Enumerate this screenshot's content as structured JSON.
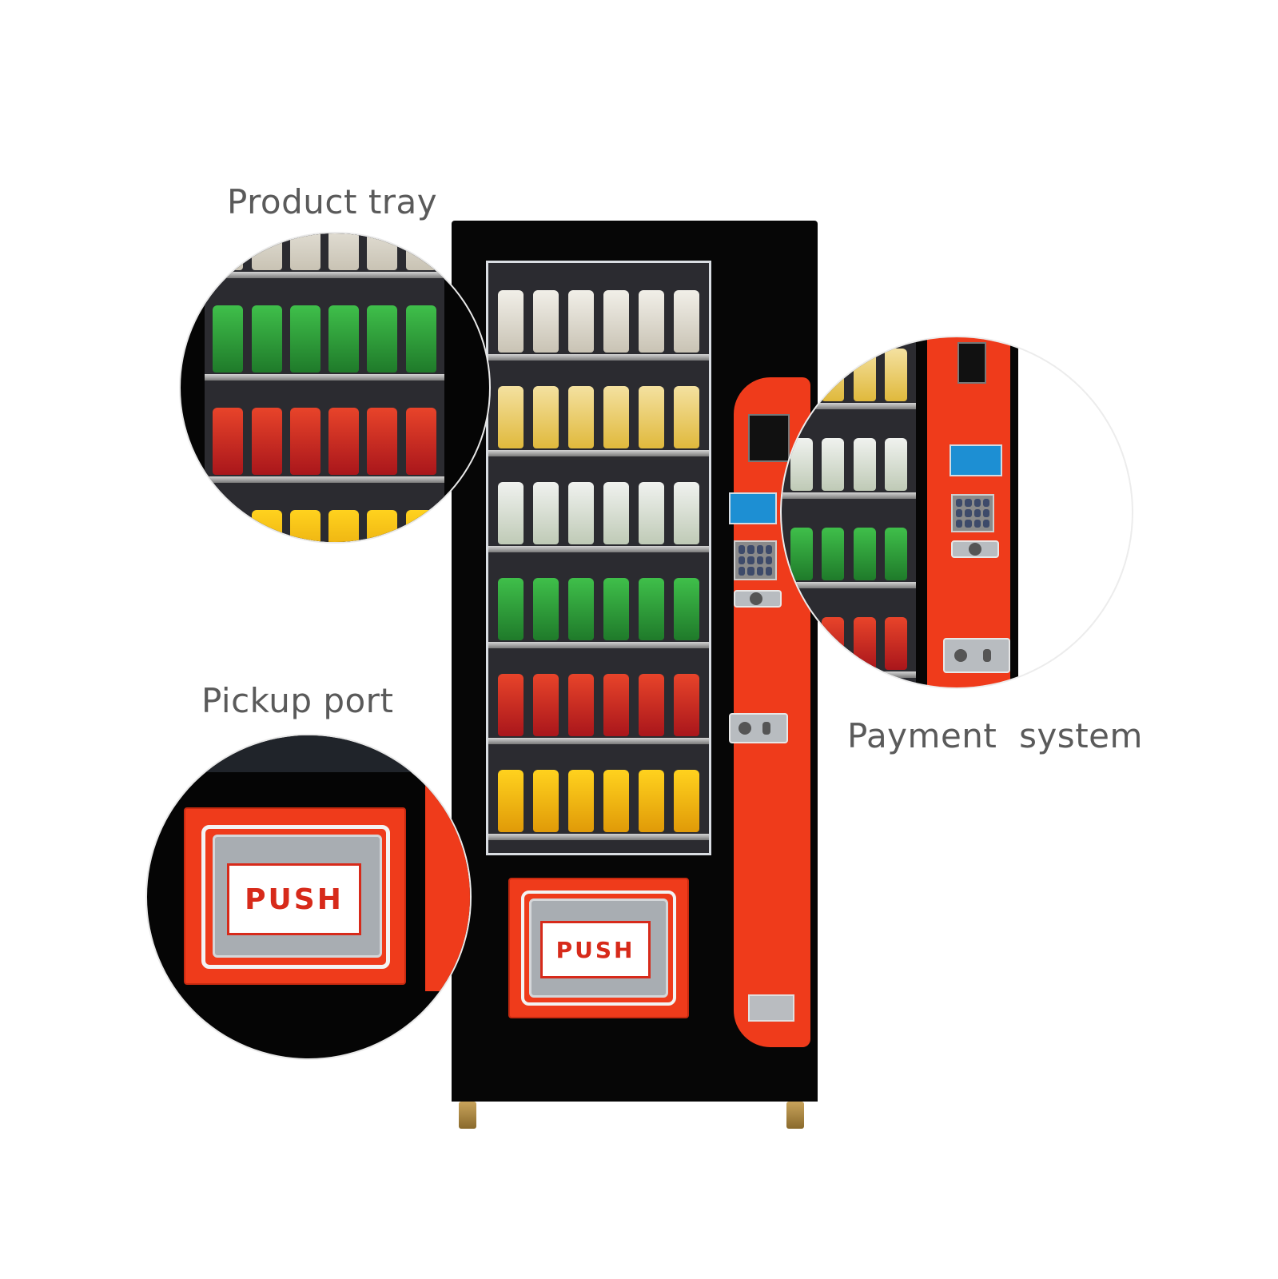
{
  "callouts": {
    "product_tray": "Product tray",
    "pickup_port": "Pickup port",
    "payment_system": "Payment  system"
  },
  "pickup": {
    "push_label": "PUSH"
  },
  "colors": {
    "machine_body": "#060606",
    "accent_panel": "#ef3b1b",
    "label_text": "#5a5a5a",
    "lcd_screen": "#1d8fd3"
  }
}
